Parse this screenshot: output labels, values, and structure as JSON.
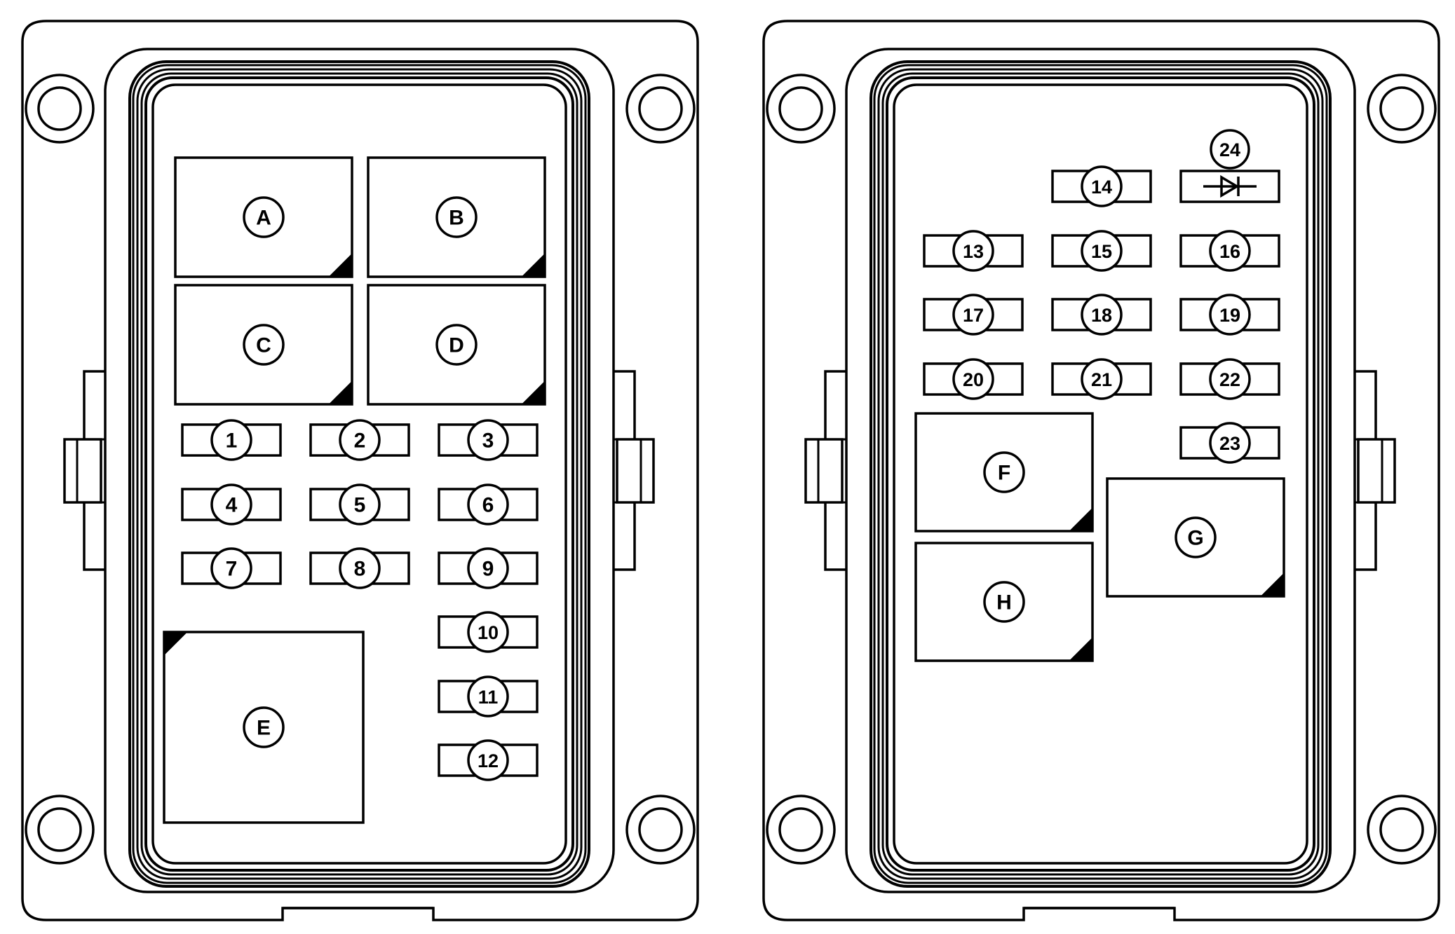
{
  "colors": {
    "line": "#000000",
    "background": "#ffffff"
  },
  "panels": [
    {
      "name": "left-fuse-panel",
      "relays": [
        {
          "label": "A",
          "corner": "bottom-right"
        },
        {
          "label": "B",
          "corner": "bottom-right"
        },
        {
          "label": "C",
          "corner": "bottom-right"
        },
        {
          "label": "D",
          "corner": "bottom-right"
        },
        {
          "label": "E",
          "corner": "top-left"
        }
      ],
      "fuses": [
        {
          "label": "1"
        },
        {
          "label": "2"
        },
        {
          "label": "3"
        },
        {
          "label": "4"
        },
        {
          "label": "5"
        },
        {
          "label": "6"
        },
        {
          "label": "7"
        },
        {
          "label": "8"
        },
        {
          "label": "9"
        },
        {
          "label": "10"
        },
        {
          "label": "11"
        },
        {
          "label": "12"
        }
      ]
    },
    {
      "name": "right-fuse-panel",
      "relays": [
        {
          "label": "F",
          "corner": "bottom-right"
        },
        {
          "label": "G",
          "corner": "bottom-right"
        },
        {
          "label": "H",
          "corner": "bottom-right"
        }
      ],
      "fuses": [
        {
          "label": "14"
        },
        {
          "label": "13"
        },
        {
          "label": "15"
        },
        {
          "label": "16"
        },
        {
          "label": "17"
        },
        {
          "label": "18"
        },
        {
          "label": "19"
        },
        {
          "label": "20"
        },
        {
          "label": "21"
        },
        {
          "label": "22"
        },
        {
          "label": "23"
        }
      ],
      "diode": {
        "label": "24",
        "icon": "diode-icon"
      }
    }
  ]
}
